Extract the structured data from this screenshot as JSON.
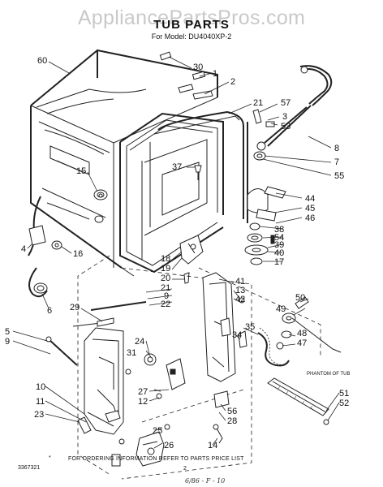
{
  "watermark": "AppliancePartsPros.com",
  "title": "TUB PARTS",
  "model_line": "For Model: DU4040XP-2",
  "callouts": [
    "60",
    "30",
    "1",
    "2",
    "21",
    "57",
    "3",
    "53",
    "8",
    "7",
    "55",
    "37",
    "15",
    "44",
    "45",
    "46",
    "38",
    "54",
    "39",
    "40",
    "17",
    "4",
    "16",
    "18",
    "19",
    "20",
    "21",
    "9",
    "22",
    "41",
    "13",
    "42",
    "6",
    "50",
    "49",
    "48",
    "47",
    "29",
    "5",
    "9",
    "24",
    "31",
    "35",
    "34",
    "10",
    "11",
    "23",
    "27",
    "12",
    "25",
    "26",
    "56",
    "28",
    "51",
    "52",
    "14"
  ],
  "phantom_label": "PHANTOM OF TUB",
  "footer": {
    "doc_number": "3367321",
    "ordering_note": "FOR ORDERING INFORMATION REFER TO PARTS PRICE LIST",
    "page_number": "2",
    "handwritten": "6/86 - F - 10",
    "star": "*"
  }
}
